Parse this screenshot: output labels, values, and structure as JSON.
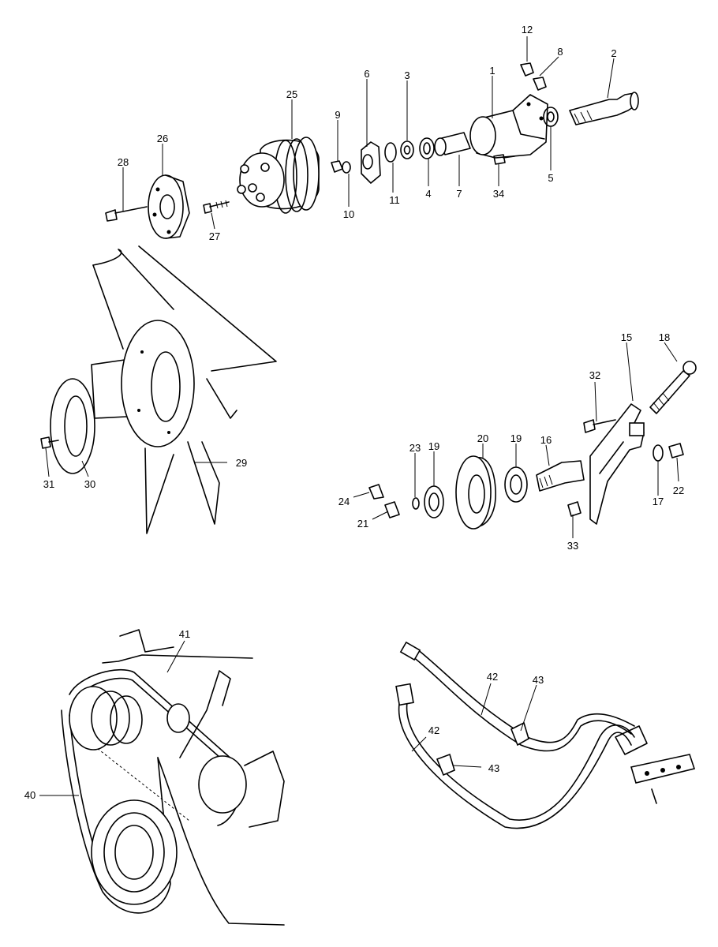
{
  "callouts": {
    "c1": "1",
    "c2": "2",
    "c3": "3",
    "c4": "4",
    "c5": "5",
    "c6": "6",
    "c7": "7",
    "c8": "8",
    "c9": "9",
    "c10": "10",
    "c11": "11",
    "c12": "12",
    "c15": "15",
    "c16": "16",
    "c17": "17",
    "c18": "18",
    "c19a": "19",
    "c19b": "19",
    "c20": "20",
    "c21": "21",
    "c22": "22",
    "c23": "23",
    "c24": "24",
    "c25": "25",
    "c26": "26",
    "c27": "27",
    "c28": "28",
    "c29": "29",
    "c30": "30",
    "c31": "31",
    "c32": "32",
    "c33": "33",
    "c34": "34",
    "c40": "40",
    "c41": "41",
    "c42a": "42",
    "c42b": "42",
    "c43a": "43",
    "c43b": "43"
  }
}
